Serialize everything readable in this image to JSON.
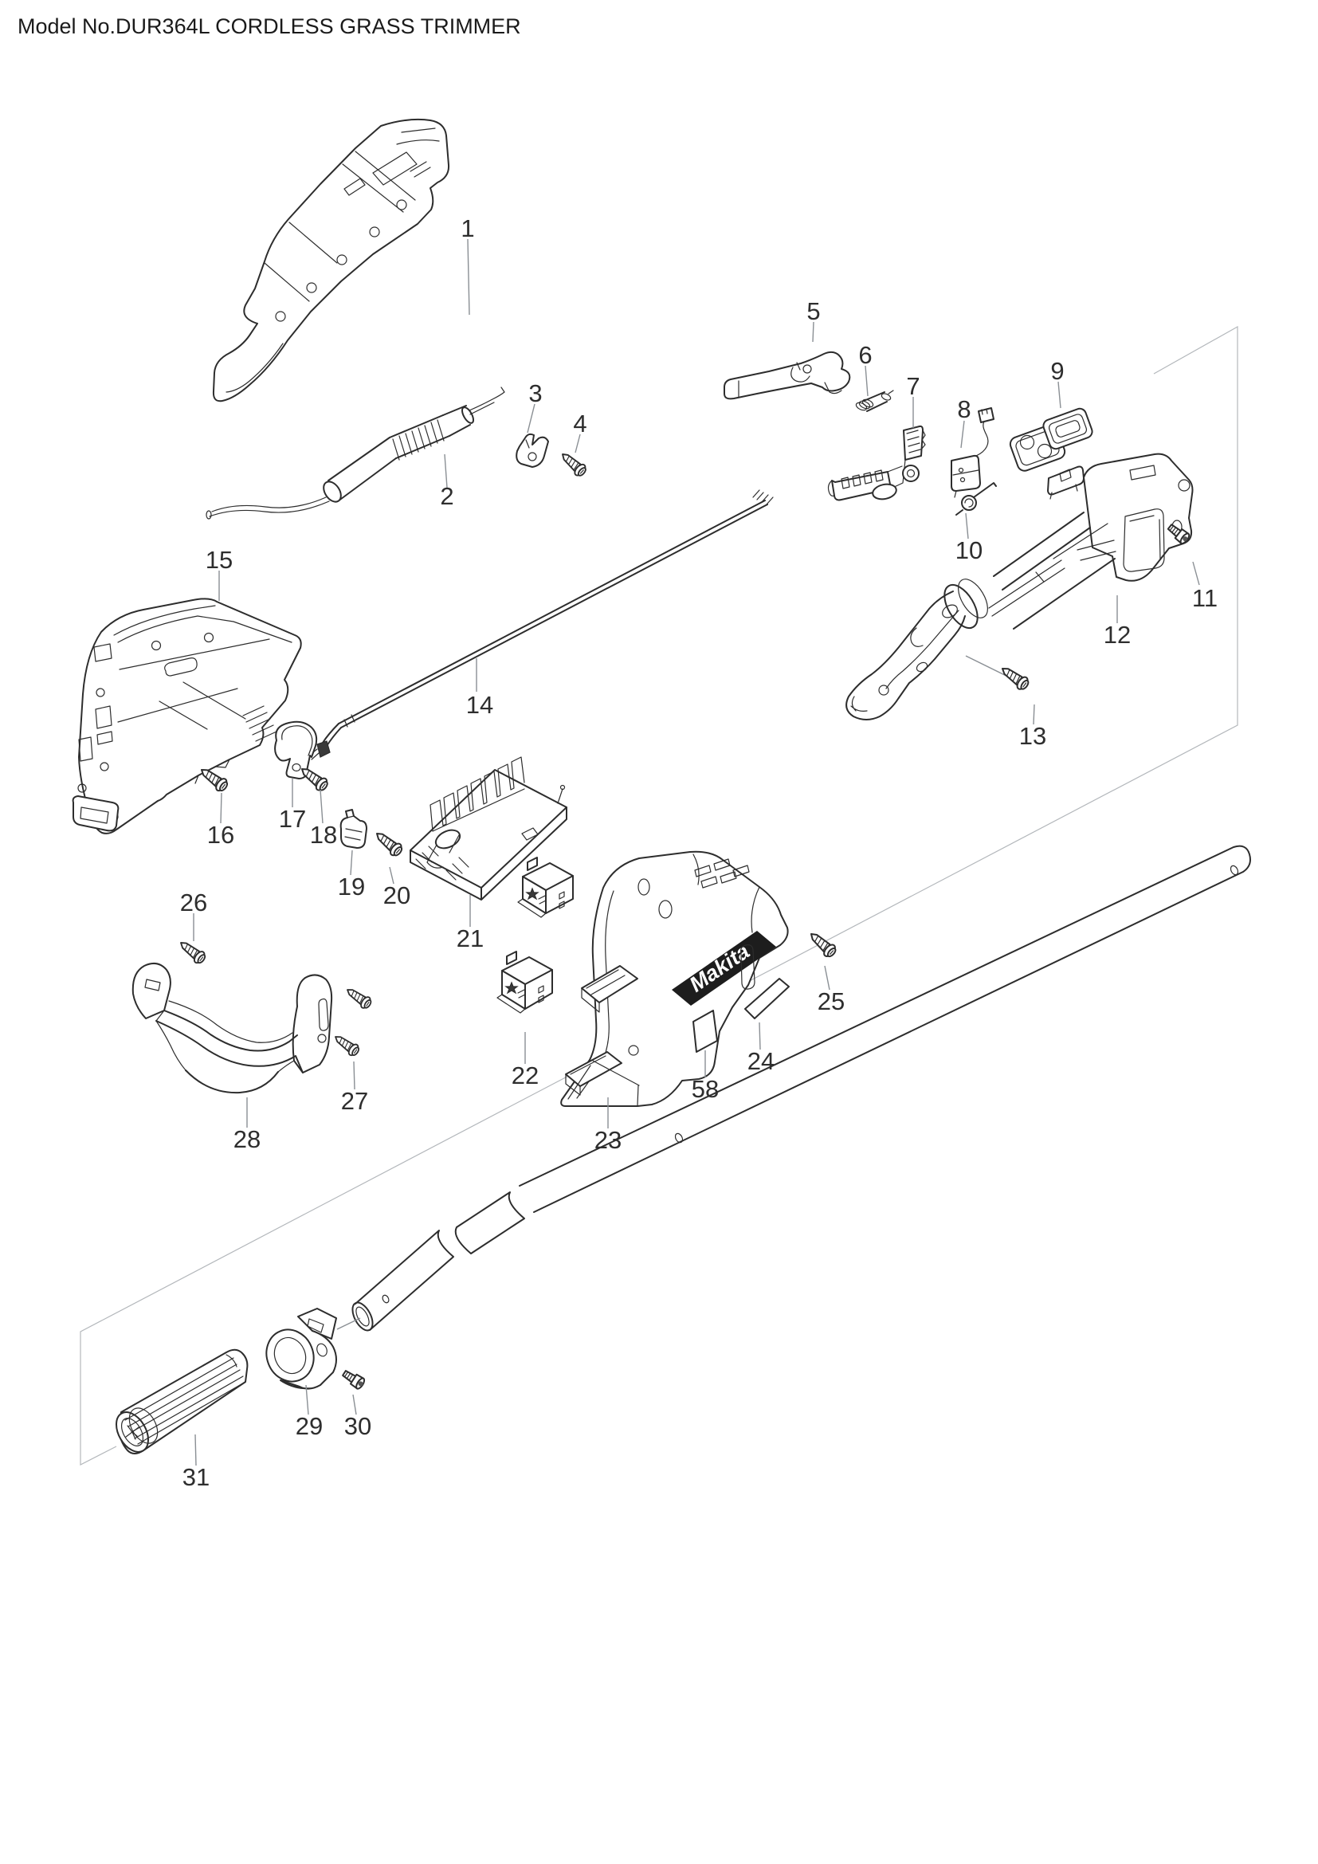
{
  "page": {
    "title": "Model No.DUR364L CORDLESS GRASS TRIMMER"
  },
  "diagram": {
    "logo_text": "Makita",
    "colors": {
      "line": "#2d2d2d",
      "leader": "#8a8f94",
      "construction": "#b3b7bb",
      "logo_bg": "#1d1d1d",
      "logo_text_color": "#ffffff",
      "paper": "#ffffff"
    },
    "parts": [
      {
        "number": "1"
      },
      {
        "number": "2"
      },
      {
        "number": "3"
      },
      {
        "number": "4"
      },
      {
        "number": "5"
      },
      {
        "number": "6"
      },
      {
        "number": "7"
      },
      {
        "number": "8"
      },
      {
        "number": "9"
      },
      {
        "number": "10"
      },
      {
        "number": "11"
      },
      {
        "number": "12"
      },
      {
        "number": "13"
      },
      {
        "number": "14"
      },
      {
        "number": "15"
      },
      {
        "number": "16"
      },
      {
        "number": "17"
      },
      {
        "number": "18"
      },
      {
        "number": "19"
      },
      {
        "number": "20"
      },
      {
        "number": "21"
      },
      {
        "number": "22"
      },
      {
        "number": "23"
      },
      {
        "number": "24"
      },
      {
        "number": "25"
      },
      {
        "number": "26"
      },
      {
        "number": "27"
      },
      {
        "number": "28"
      },
      {
        "number": "29"
      },
      {
        "number": "30"
      },
      {
        "number": "31"
      },
      {
        "number": "58"
      }
    ]
  }
}
